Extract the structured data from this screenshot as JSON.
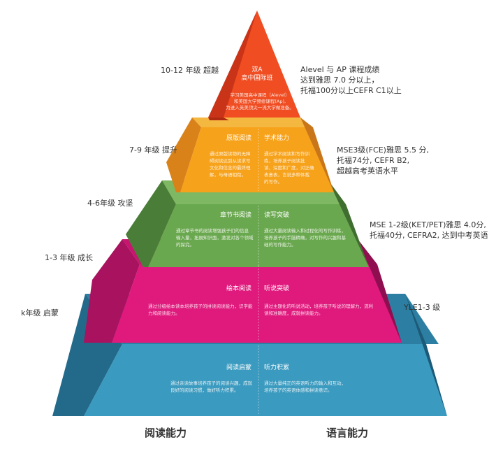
{
  "colors": {
    "red_front": "#f04d22",
    "red_side": "#c93318",
    "red_bottom": "#b02a12",
    "orange_front": "#f7a21b",
    "orange_side": "#d9821a",
    "orange_back": "#f4b740",
    "orange_bottom": "#c9761a",
    "green_front": "#6aa84f",
    "green_side": "#4a7d38",
    "green_back": "#7fb862",
    "green_bottom": "#3f6e30",
    "magenta_front": "#e0197d",
    "magenta_side": "#a8125e",
    "magenta_back": "#c81570",
    "magenta_bottom": "#8f0e4f",
    "blue_front": "#3b9abf",
    "blue_side": "#236a8a",
    "blue_back": "#2c7fa2",
    "blue_bottom": "#1c5a78",
    "text": "#333333"
  },
  "levels": [
    {
      "id": "top",
      "grade": "10-12 年级 超越",
      "title": "双A\n高中国际班",
      "desc": "学习美国高中课程（Alevel）\n和美国大学预修课程(Ap),\n为进入英美顶尖一流大学做准备。",
      "score": [
        "Alevel 与 AP 课程成绩",
        "达到雅思 7.0 分以上，",
        "托福100分以上CEFR C1以上"
      ]
    },
    {
      "id": "level4",
      "grade": "7-9 年级 提升",
      "reading_title": "原版阅读",
      "reading_desc": "通过原版读物的无障\n碍阅读达到从读求写\n文化和信念的最终理\n解，与母语相衔。",
      "language_title": "学术能力",
      "language_desc": "通过学术阅读和写作训\n练，培养孩子阅读批\n读、深度和广度，对正确\n表意表，言说多种体裁\n的写作。",
      "score": [
        "MSE3级(FCE)雅思 5.5 分,",
        "托福74分, CEFR B2,",
        "超越高考英语水平"
      ]
    },
    {
      "id": "level3",
      "grade": "4-6年级 攻坚",
      "reading_title": "章节书阅读",
      "reading_desc": "通过章节书的阅读增强孩子们的信息\n输入量，拓展知识面，激发对各个领域\n的探究。",
      "language_title": "读写突破",
      "language_desc": "通过大量阅读输入和过程化的写作训练，\n培养孩子的手脑精确，对写作的兴趣和基\n础的写作能力。",
      "score": [
        "MSE 1-2级(KET/PET)雅思 4.0分,",
        "托福40分, CEFRA2, 达到中考英语"
      ]
    },
    {
      "id": "level2",
      "grade": "1-3 年级 成长",
      "reading_title": "绘本阅读",
      "reading_desc": "通过分级绘本读本培养孩子的拼读阅读能力，识字能\n力和阅读能力。",
      "language_title": "听说突破",
      "language_desc": "通过主题化的听说活动，培养孩子听说的理解力，流利\n读和准确度，成就拼读能力。",
      "score": [
        "YLE1-3 级"
      ]
    },
    {
      "id": "level1",
      "grade": "k年级 启蒙",
      "reading_title": "阅读启蒙",
      "reading_desc": "通过亲读故事培养孩子的阅读兴趣，成就\n良好的阅读习惯，做好听力积累。",
      "language_title": "听力积累",
      "language_desc": "通过大量纯正的英语听力的输入和互动，\n培养孩子的英语体感和拼读意识。",
      "score": []
    }
  ],
  "footer": {
    "left": "阅读能力",
    "right": "语言能力"
  }
}
